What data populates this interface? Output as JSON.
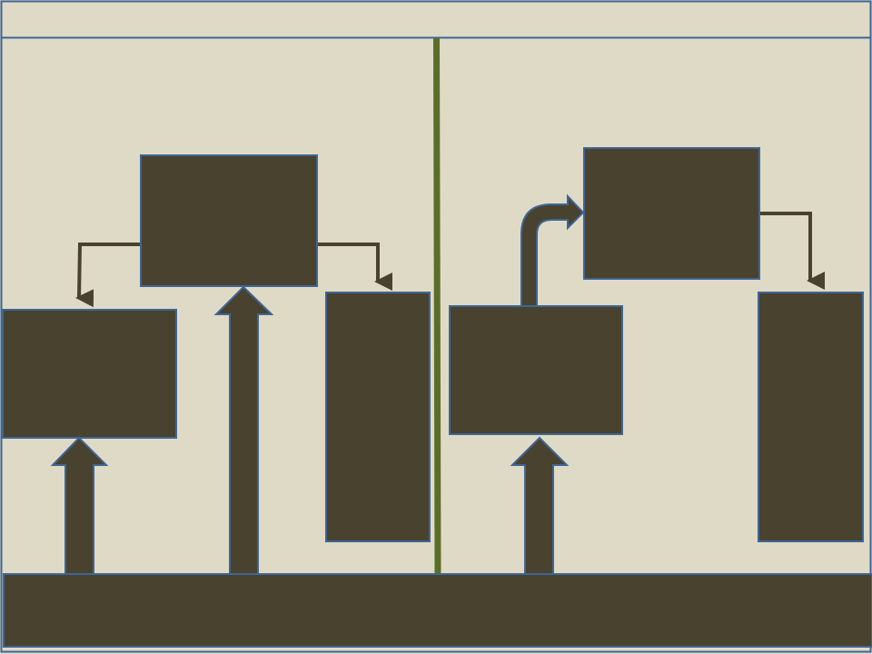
{
  "colors": {
    "background": "#dfdac6",
    "box_fill": "#48422f",
    "box_border": "#3f6595",
    "connector": "#48422f",
    "divider": "#5a6e2a",
    "frame_border": "#3f6595"
  },
  "header": {
    "title": ""
  },
  "boxes": [
    {
      "id": "left-top-box",
      "label": ""
    },
    {
      "id": "left-mid-box",
      "label": ""
    },
    {
      "id": "left-tall-box",
      "label": ""
    },
    {
      "id": "right-top-box",
      "label": ""
    },
    {
      "id": "right-mid-box",
      "label": ""
    },
    {
      "id": "right-tall-box",
      "label": ""
    },
    {
      "id": "bottom-base-box",
      "label": ""
    }
  ]
}
